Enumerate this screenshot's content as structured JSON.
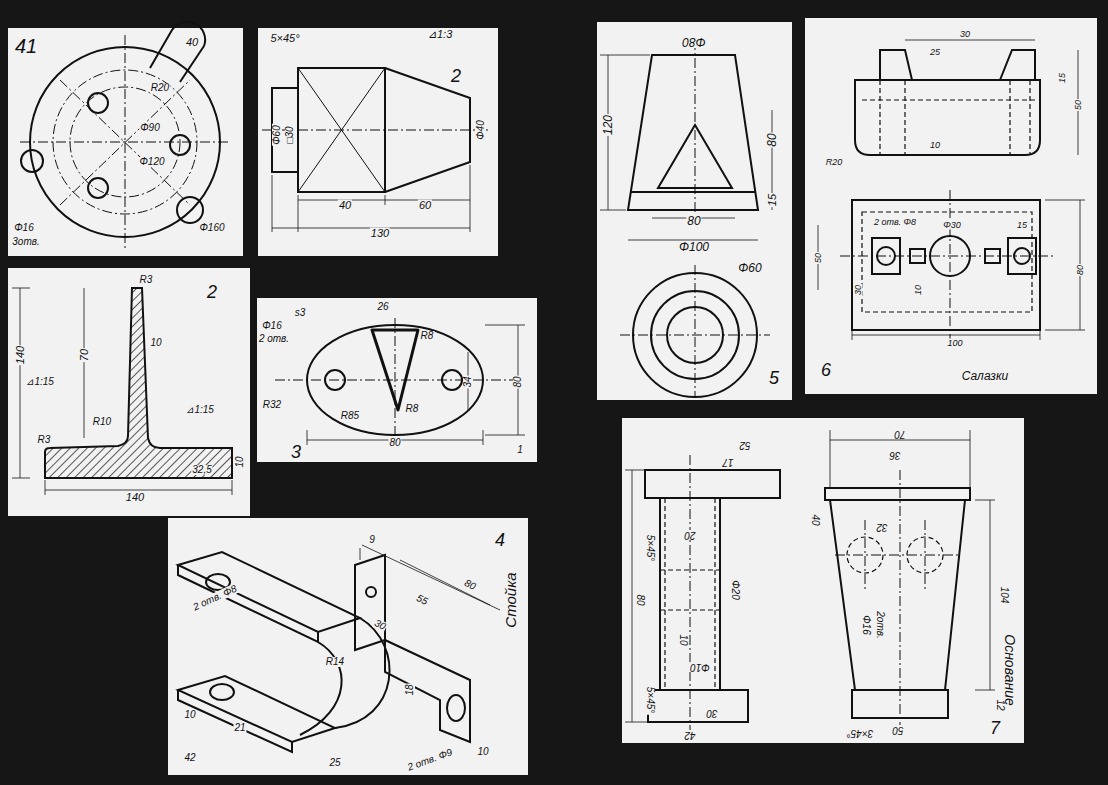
{
  "diagram": {
    "labels": [
      "41",
      "40",
      "R20",
      "Φ90",
      "Φ120",
      "Φ160",
      "Φ16",
      "3отв.",
      "5×45°",
      "⊿1:3",
      "2",
      "Φ60",
      "□30",
      "Φ40",
      "40",
      "60",
      "130",
      "2",
      "140",
      "70",
      "10",
      "R3",
      "⊿1:15",
      "R10",
      "R3",
      "⊿1:15",
      "10",
      "140",
      "32,5",
      "26",
      "s3",
      "Φ16",
      "2 отв.",
      "R8",
      "34",
      "80",
      "R32",
      "R85",
      "R8",
      "80",
      "3",
      "1",
      "Φ80",
      "120",
      "80",
      "15",
      "80",
      "Φ100",
      "Φ60",
      "5",
      "30",
      "25",
      "15",
      "50",
      "10",
      "R20",
      "2 отв. Φ8",
      "Φ30",
      "15",
      "50",
      "30",
      "10",
      "80",
      "100",
      "6",
      "Салазки",
      "9",
      "55",
      "80",
      "30",
      "2 отв. Φ8",
      "R14",
      "18",
      "2 отв. Φ9",
      "10",
      "21",
      "42",
      "25",
      "Стойка",
      "4",
      "10",
      "70",
      "36",
      "32",
      "Φ16",
      "2отв.",
      "104",
      "Основание",
      "12",
      "50",
      "3×45°",
      "7",
      "40",
      "80",
      "20",
      "Φ20",
      "10",
      "Φ10",
      "5×45°",
      "30",
      "42",
      "17",
      "52",
      "5×45°"
    ]
  }
}
